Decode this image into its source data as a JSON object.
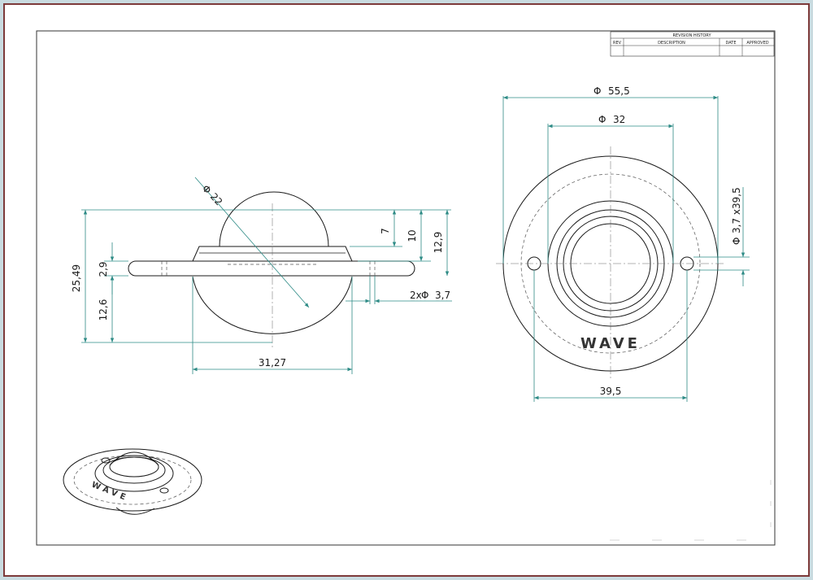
{
  "revision_block": {
    "title": "REVISION HISTORY",
    "columns": [
      "REV",
      "DESCRIPTION",
      "DATE",
      "APPROVED"
    ]
  },
  "dimensions": {
    "sphere_dia": "22",
    "h_7": "7",
    "h_10": "10",
    "h_12_9": "12,9",
    "h_25_49": "25,49",
    "h_2_9": "2,9",
    "h_12_6": "12,6",
    "holes_label": "2x",
    "holes_dia": "3,7",
    "width_31_27": "31,27",
    "outer_dia": "55,5",
    "inner_dia": "32",
    "hole_spec": "3,7 x39,5",
    "hole_spacing": "39,5",
    "diameter_symbol": "Φ"
  },
  "brand_logo": "WAVE",
  "colors": {
    "frame_border": "#7d3a3a",
    "dimension_line": "#2e8b86",
    "outer_background": "#c9dbe0"
  }
}
